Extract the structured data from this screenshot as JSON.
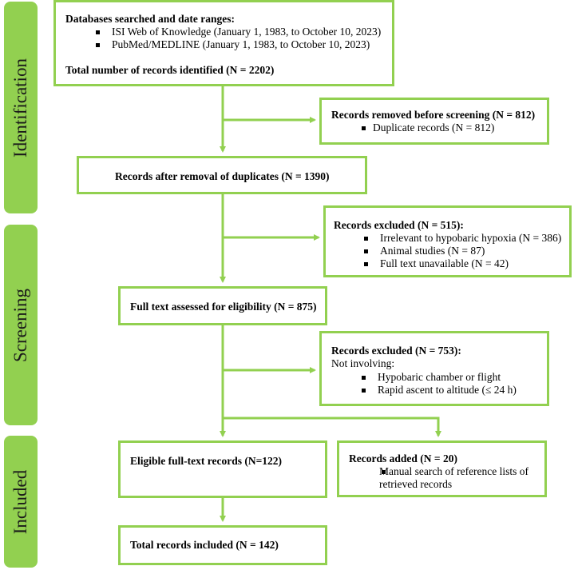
{
  "phases": {
    "identification": "Identification",
    "screening": "Screening",
    "included": "Included"
  },
  "boxes": {
    "databases": {
      "title": "Databases searched and date ranges:",
      "items": [
        "ISI Web of Knowledge (January 1, 1983, to October 10, 2023)",
        "PubMed/MEDLINE (January 1, 1983, to October 10, 2023)"
      ],
      "total": "Total number of records identified (N = 2202)"
    },
    "removed": {
      "title": "Records removed before screening (N = 812)",
      "items": [
        "Duplicate records (N = 812)"
      ]
    },
    "after_duplicates": {
      "title": "Records after removal of duplicates (N = 1390)"
    },
    "excluded_1": {
      "title": "Records excluded (N = 515):",
      "items": [
        "Irrelevant to hypobaric hypoxia (N = 386)",
        "Animal studies (N = 87)",
        "Full text unavailable (N = 42)"
      ]
    },
    "full_text": {
      "title": "Full text assessed for eligibility (N = 875)"
    },
    "excluded_2": {
      "title": "Records excluded (N = 753):",
      "subtitle": "Not involving:",
      "items": [
        "Hypobaric chamber or flight",
        "Rapid ascent to altitude (≤ 24 h)"
      ]
    },
    "eligible": {
      "title": "Eligible full-text records (N=122)"
    },
    "added": {
      "title": "Records added (N = 20)",
      "items": [
        "Manual search of reference lists of retrieved records"
      ]
    },
    "total_included": {
      "title": "Total records included (N = 142)"
    }
  },
  "colors": {
    "accent": "#92d050"
  }
}
